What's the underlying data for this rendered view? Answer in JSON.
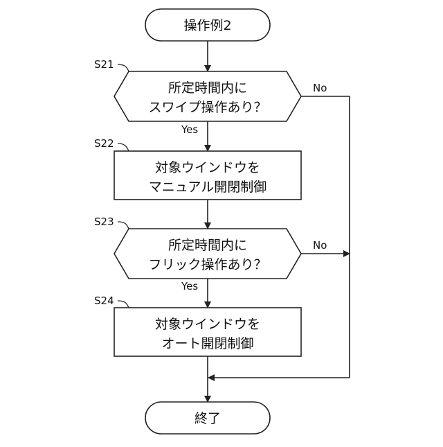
{
  "start": {
    "label": "操作例2"
  },
  "end": {
    "label": "終了"
  },
  "steps": [
    {
      "id": "S21",
      "kind": "decision",
      "lines": [
        "所定時間内に",
        "スワイプ操作あり？"
      ],
      "yes_label": "Yes",
      "no_label": "No"
    },
    {
      "id": "S22",
      "kind": "process",
      "lines": [
        "対象ウインドウを",
        "マニュアル開閉制御"
      ]
    },
    {
      "id": "S23",
      "kind": "decision",
      "lines": [
        "所定時間内に",
        "フリック操作あり？"
      ],
      "yes_label": "Yes",
      "no_label": "No"
    },
    {
      "id": "S24",
      "kind": "process",
      "lines": [
        "対象ウインドウを",
        "オート開閉制御"
      ]
    }
  ]
}
